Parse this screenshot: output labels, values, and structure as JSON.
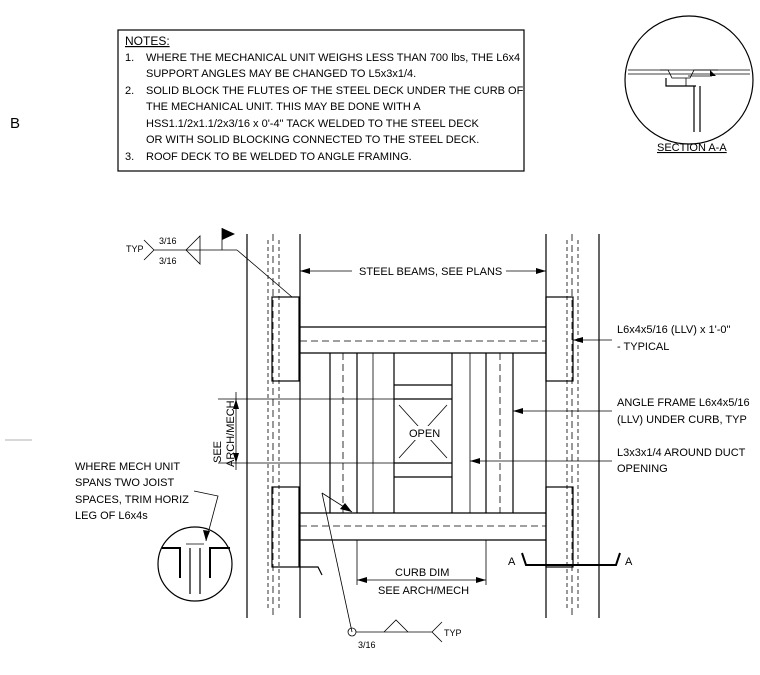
{
  "grid": {
    "label": "B"
  },
  "notes": {
    "heading": "NOTES:",
    "lines": [
      {
        "num": "1.",
        "text": "WHERE THE MECHANICAL UNIT WEIGHS LESS THAN 700 lbs, THE L6x4"
      },
      {
        "num": "",
        "text": "SUPPORT ANGLES MAY BE CHANGED TO L5x3x1/4."
      },
      {
        "num": "2.",
        "text": "SOLID BLOCK THE FLUTES OF THE STEEL DECK UNDER THE CURB OF"
      },
      {
        "num": "",
        "text": "THE MECHANICAL UNIT. THIS MAY BE DONE WITH A"
      },
      {
        "num": "",
        "text": "HSS1.1/2x1.1/2x3/16 x 0'-4\" TACK WELDED TO THE STEEL DECK"
      },
      {
        "num": "",
        "text": "OR WITH SOLID BLOCKING CONNECTED TO THE STEEL DECK."
      },
      {
        "num": "3.",
        "text": "ROOF DECK TO BE WELDED TO ANGLE FRAMING."
      }
    ]
  },
  "section": {
    "title": "SECTION A-A"
  },
  "weld_top": {
    "typ": "TYP",
    "size_top": "3/16",
    "size_bottom": "3/16"
  },
  "weld_bottom": {
    "size": "3/16",
    "typ": "TYP"
  },
  "labels": {
    "steel_beams": "STEEL BEAMS, SEE PLANS",
    "support_angle_1": "L6x4x5/16 (LLV) x 1'-0\"",
    "support_angle_2": "- TYPICAL",
    "angle_frame_1": "ANGLE FRAME L6x4x5/16",
    "angle_frame_2": "(LLV) UNDER CURB, TYP",
    "duct_1": "L3x3x1/4 AROUND DUCT",
    "duct_2": "OPENING",
    "see": "SEE",
    "arch_mech_vertical": "ARCH/MECH",
    "open": "OPEN",
    "curb_dim": "CURB DIM",
    "see_arch_mech": "SEE ARCH/MECH",
    "joist_1": "WHERE MECH UNIT",
    "joist_2": "SPANS TWO JOIST",
    "joist_3": "SPACES, TRIM HORIZ",
    "joist_4": "LEG OF L6x4s",
    "section_mark_left": "A",
    "section_mark_right": "A"
  }
}
